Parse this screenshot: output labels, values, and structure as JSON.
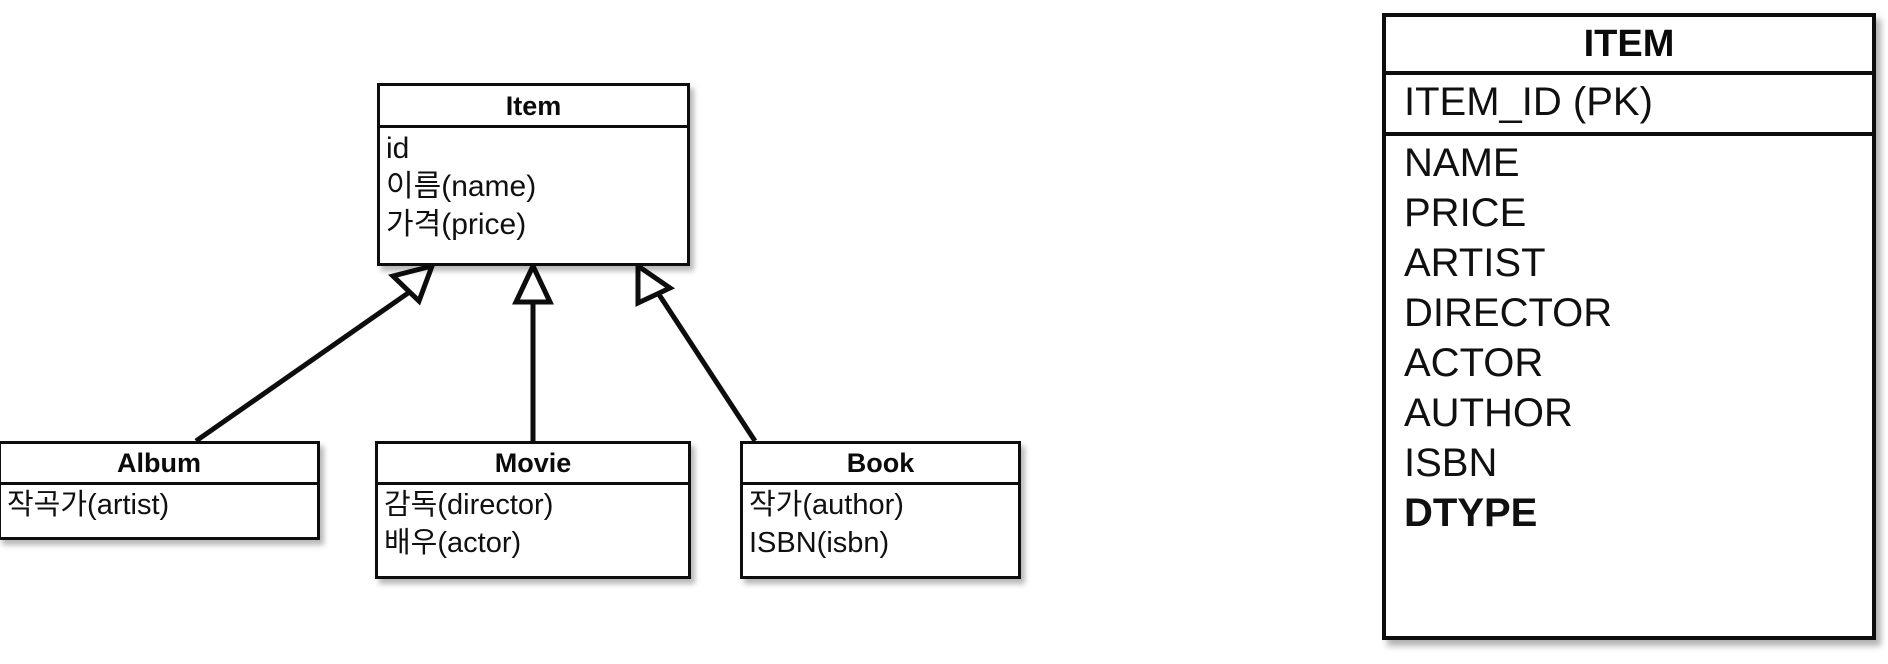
{
  "diagram": {
    "kind": "uml-class-diagram-with-single-table-mapping",
    "background_color": "#FFFFFF",
    "line_color": "#0D0D0D"
  },
  "uml": {
    "superclass": {
      "name": "Item",
      "attributes": [
        "id",
        "이름(name)",
        "가격(price)"
      ]
    },
    "subclasses": [
      {
        "name": "Album",
        "attributes": [
          "작곡가(artist)"
        ]
      },
      {
        "name": "Movie",
        "attributes": [
          "감독(director)",
          "배우(actor)"
        ]
      },
      {
        "name": "Book",
        "attributes": [
          "작가(author)",
          "ISBN(isbn)"
        ]
      }
    ],
    "relationships": [
      {
        "type": "generalization",
        "from": "Album",
        "to": "Item",
        "arrowhead": "hollow-triangle"
      },
      {
        "type": "generalization",
        "from": "Movie",
        "to": "Item",
        "arrowhead": "hollow-triangle"
      },
      {
        "type": "generalization",
        "from": "Book",
        "to": "Item",
        "arrowhead": "hollow-triangle"
      }
    ]
  },
  "db_table": {
    "name": "ITEM",
    "primary_key": "ITEM_ID (PK)",
    "columns": [
      {
        "label": "NAME",
        "bold": false
      },
      {
        "label": "PRICE",
        "bold": false
      },
      {
        "label": "ARTIST",
        "bold": false
      },
      {
        "label": "DIRECTOR",
        "bold": false
      },
      {
        "label": "ACTOR",
        "bold": false
      },
      {
        "label": "AUTHOR",
        "bold": false
      },
      {
        "label": "ISBN",
        "bold": false
      },
      {
        "label": "DTYPE",
        "bold": true
      }
    ]
  }
}
